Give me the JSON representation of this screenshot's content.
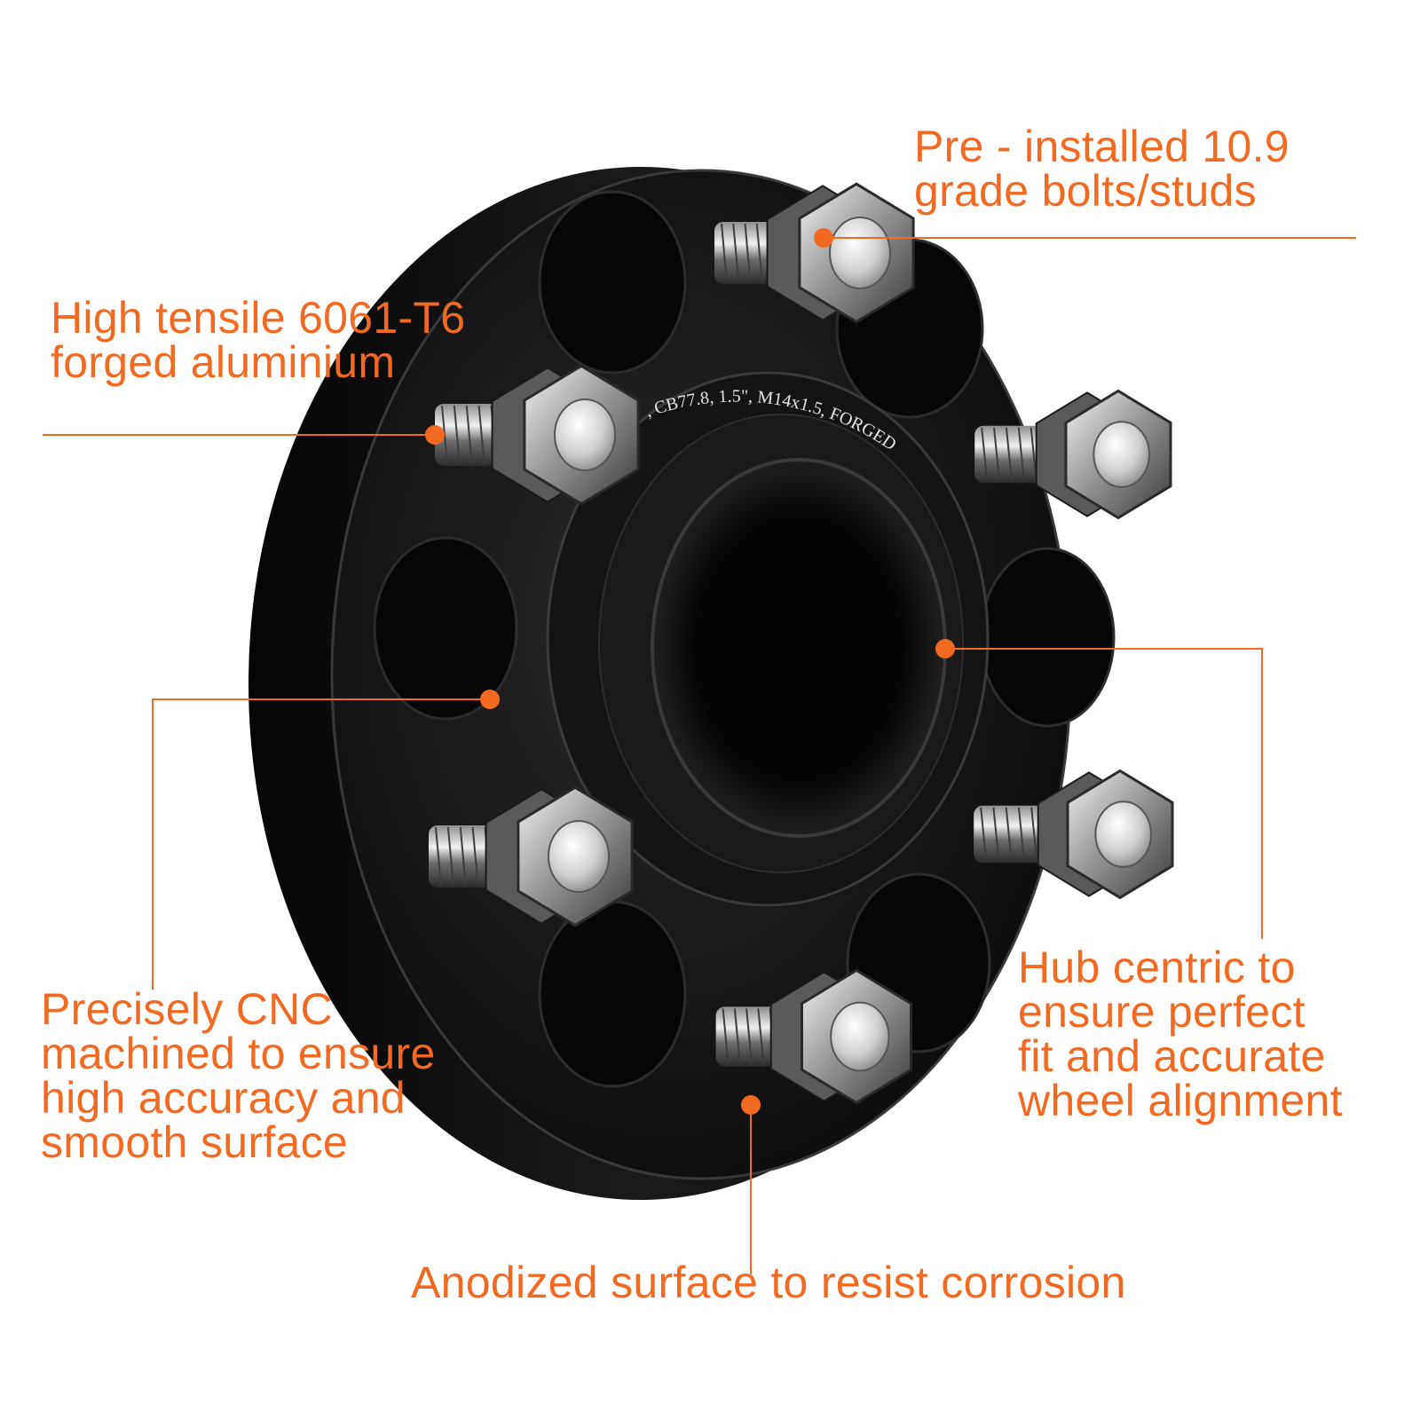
{
  "accent_color": "#f26a21",
  "product": {
    "engraving": "CB77.8, 1.5\", M14x1.5, FORGED",
    "engraving_partial_prefix": ", "
  },
  "callouts": {
    "bolts": {
      "lines": [
        "Pre - installed 10.9",
        "grade bolts/studs"
      ]
    },
    "aluminium": {
      "lines": [
        "High tensile 6061-T6",
        "forged aluminium"
      ]
    },
    "cnc": {
      "lines": [
        "Precisely CNC",
        "machined to ensure",
        "high accuracy and",
        "smooth surface"
      ]
    },
    "hub": {
      "lines": [
        "Hub centric to",
        "ensure perfect",
        "fit and accurate",
        "wheel alignment"
      ]
    },
    "anodized": {
      "lines": [
        "Anodized surface to resist corrosion"
      ]
    }
  }
}
